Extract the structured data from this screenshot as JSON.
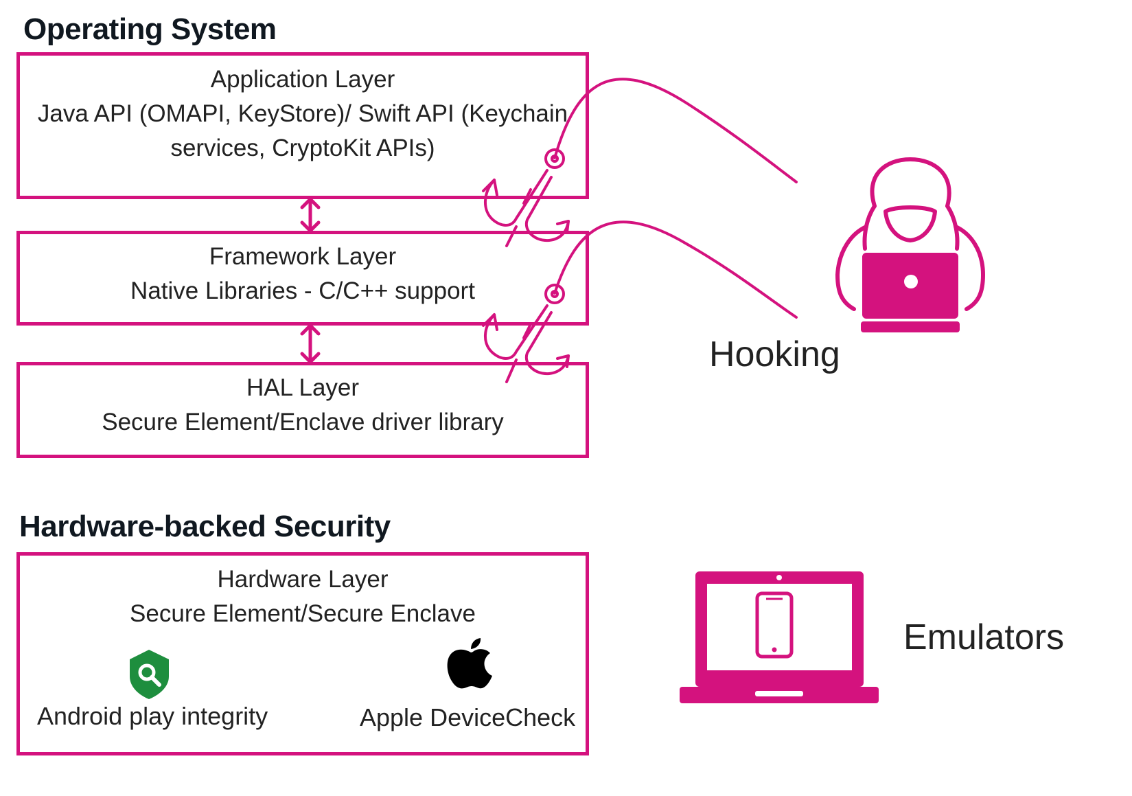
{
  "headings": {
    "os": "Operating System",
    "hw": "Hardware-backed Security"
  },
  "layers": {
    "application": {
      "title": "Application Layer",
      "line1": "Java API (OMAPI, KeyStore)/ Swift API (Keychain",
      "line2": "services, CryptoKit APIs)"
    },
    "framework": {
      "title": "Framework Layer",
      "line1": "Native Libraries - C/C++ support"
    },
    "hal": {
      "title": "HAL Layer",
      "line1": "Secure Element/Enclave driver library"
    },
    "hardware": {
      "title": "Hardware Layer",
      "line1": "Secure Element/Secure Enclave",
      "android_label": "Android play integrity",
      "apple_label": "Apple DeviceCheck"
    }
  },
  "threats": {
    "hooking": "Hooking",
    "emulators": "Emulators"
  },
  "icons": {
    "hook": "fish-hook-icon",
    "hacker": "hooded-hacker-icon",
    "laptop": "laptop-phone-icon",
    "shield": "shield-search-icon",
    "apple": "apple-logo-icon"
  },
  "colors": {
    "accent": "#d4127e",
    "heading": "#101820",
    "android_green": "#1e8e3e"
  }
}
